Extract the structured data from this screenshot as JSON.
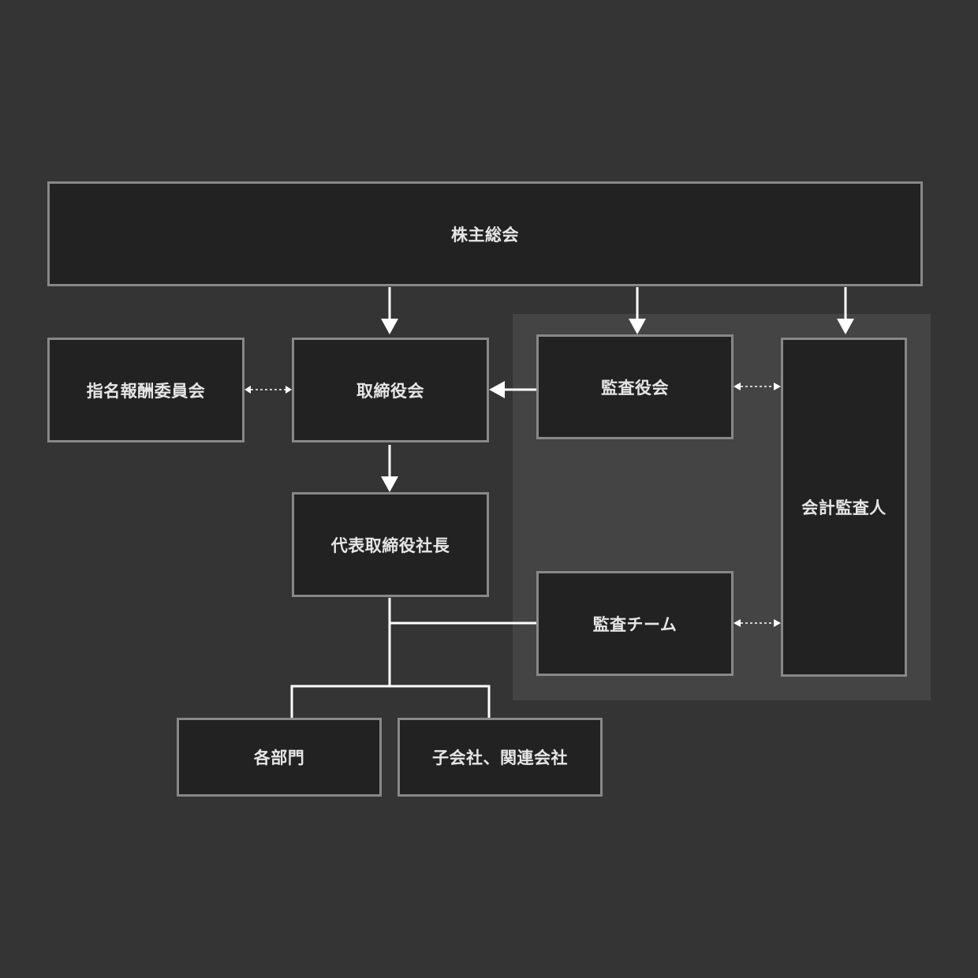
{
  "nodes": {
    "shareholders_meeting": "株主総会",
    "nomination_committee": "指名報酬委員会",
    "board_of_directors": "取締役会",
    "audit_board": "監査役会",
    "accounting_auditor": "会計監査人",
    "president": "代表取締役社長",
    "audit_team": "監査チーム",
    "departments": "各部門",
    "subsidiaries": "子会社、関連会社"
  },
  "colors": {
    "background": "#343434",
    "audit_region": "#444444",
    "node_fill": "#222222",
    "node_border": "#888888",
    "text": "#e6e6e6",
    "connector": "#ffffff"
  }
}
